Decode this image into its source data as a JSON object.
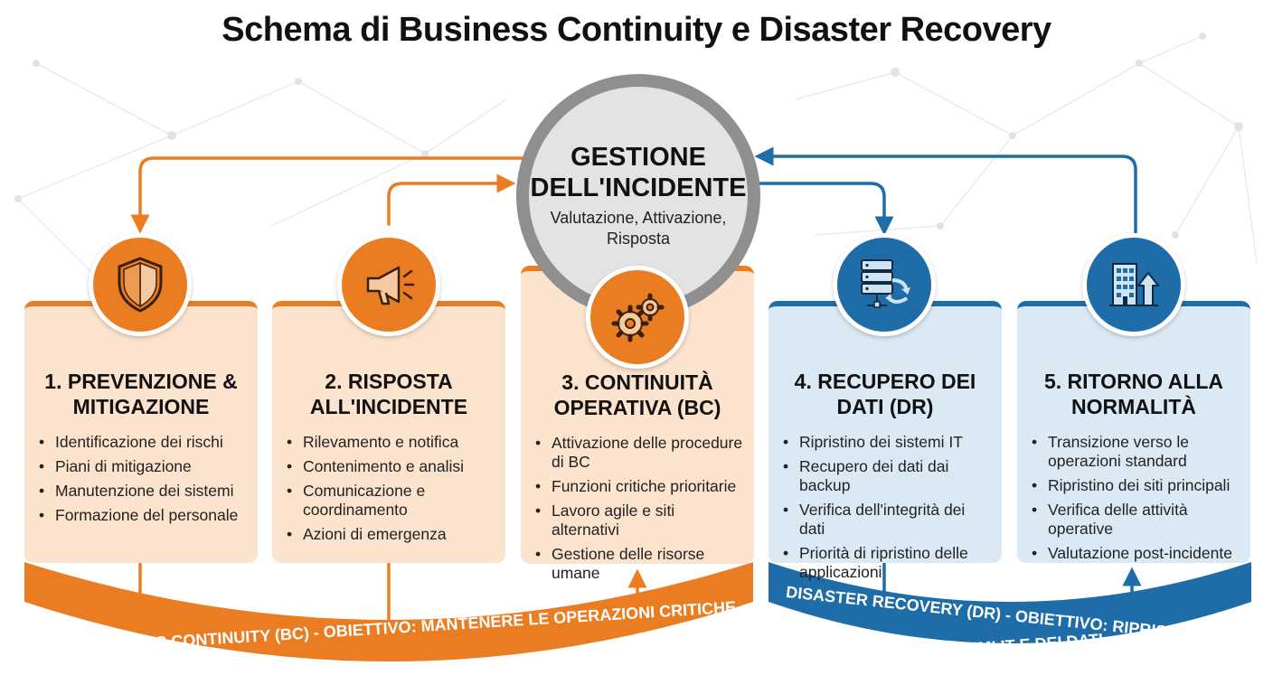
{
  "title": "Schema di Business Continuity e Disaster Recovery",
  "center": {
    "title": "GESTIONE DELL'INCIDENTE",
    "subtitle": "Valutazione, Attivazione, Risposta",
    "icon": "gears-icon"
  },
  "cards": [
    {
      "title": "1. PREVENZIONE & MITIGAZIONE",
      "icon": "shield-icon",
      "items": [
        "Identificazione dei rischi",
        "Piani di mitigazione",
        "Manutenzione dei sistemi",
        "Formazione del personale"
      ]
    },
    {
      "title": "2. RISPOSTA ALL'INCIDENTE",
      "icon": "megaphone-icon",
      "items": [
        "Rilevamento e notifica",
        "Contenimento e analisi",
        "Comunicazione e coordinamento",
        "Azioni di emergenza"
      ]
    },
    {
      "title": "3. CONTINUITÀ OPERATIVA (BC)",
      "icon": "gears-icon",
      "items": [
        "Attivazione delle procedure di BC",
        "Funzioni critiche prioritarie",
        "Lavoro agile e siti alternativi",
        "Gestione delle risorse umane"
      ]
    },
    {
      "title": "4. RECUPERO DEI DATI (DR)",
      "icon": "server-restore-icon",
      "items": [
        "Ripristino dei sistemi IT",
        "Recupero dei dati dai backup",
        "Verifica dell'integrità dei dati",
        "Priorità di ripristino delle applicazioni"
      ]
    },
    {
      "title": "5. RITORNO ALLA NORMALITÀ",
      "icon": "building-up-arrow-icon",
      "items": [
        "Transizione verso le operazioni standard",
        "Ripristino dei siti principali",
        "Verifica delle attività operative",
        "Valutazione post-incidente"
      ]
    }
  ],
  "bands": {
    "bc": "BUSINESS CONTINUITY (BC) - OBIETTIVO: MANTENERE LE OPERAZIONI CRITICHE",
    "dr_line1": "DISASTER RECOVERY (DR) - OBIETTIVO: RIPRISTINO DEI",
    "dr_line2": "SISTEMI IT E DEI DATI"
  },
  "colors": {
    "orange": "#ea7d22",
    "blue": "#1f6da8",
    "orange_light": "#fce3cd",
    "blue_light": "#dbe9f5",
    "gray": "#8f8f8f"
  }
}
